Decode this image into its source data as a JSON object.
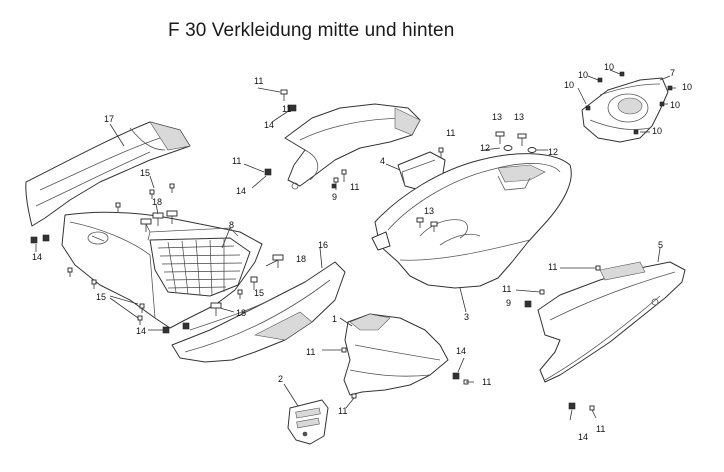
{
  "title": "F 30  Verkleidung mitte und hinten",
  "callouts": {
    "c1": "1",
    "c2": "2",
    "c3": "3",
    "c4": "4",
    "c5": "5",
    "c7": "7",
    "c8": "8",
    "c9a": "9",
    "c9b": "9",
    "c10a": "10",
    "c10b": "10",
    "c10c": "10",
    "c10d": "10",
    "c10e": "10",
    "c10f": "10",
    "c11a": "11",
    "c11b": "11",
    "c11c": "11",
    "c11d": "11",
    "c11e": "11",
    "c11f": "11",
    "c11g": "11",
    "c11h": "11",
    "c11i": "11",
    "c11j": "11",
    "c11k": "11",
    "c12a": "12",
    "c12b": "12",
    "c13a": "13",
    "c13b": "13",
    "c13c": "13",
    "c14a": "14",
    "c14b": "14",
    "c14c": "14",
    "c14d": "14",
    "c14e": "14",
    "c14f": "14",
    "c15a": "15",
    "c15b": "15",
    "c15c": "15",
    "c16": "16",
    "c17": "17",
    "c18a": "18",
    "c18b": "18",
    "c18c": "18"
  }
}
